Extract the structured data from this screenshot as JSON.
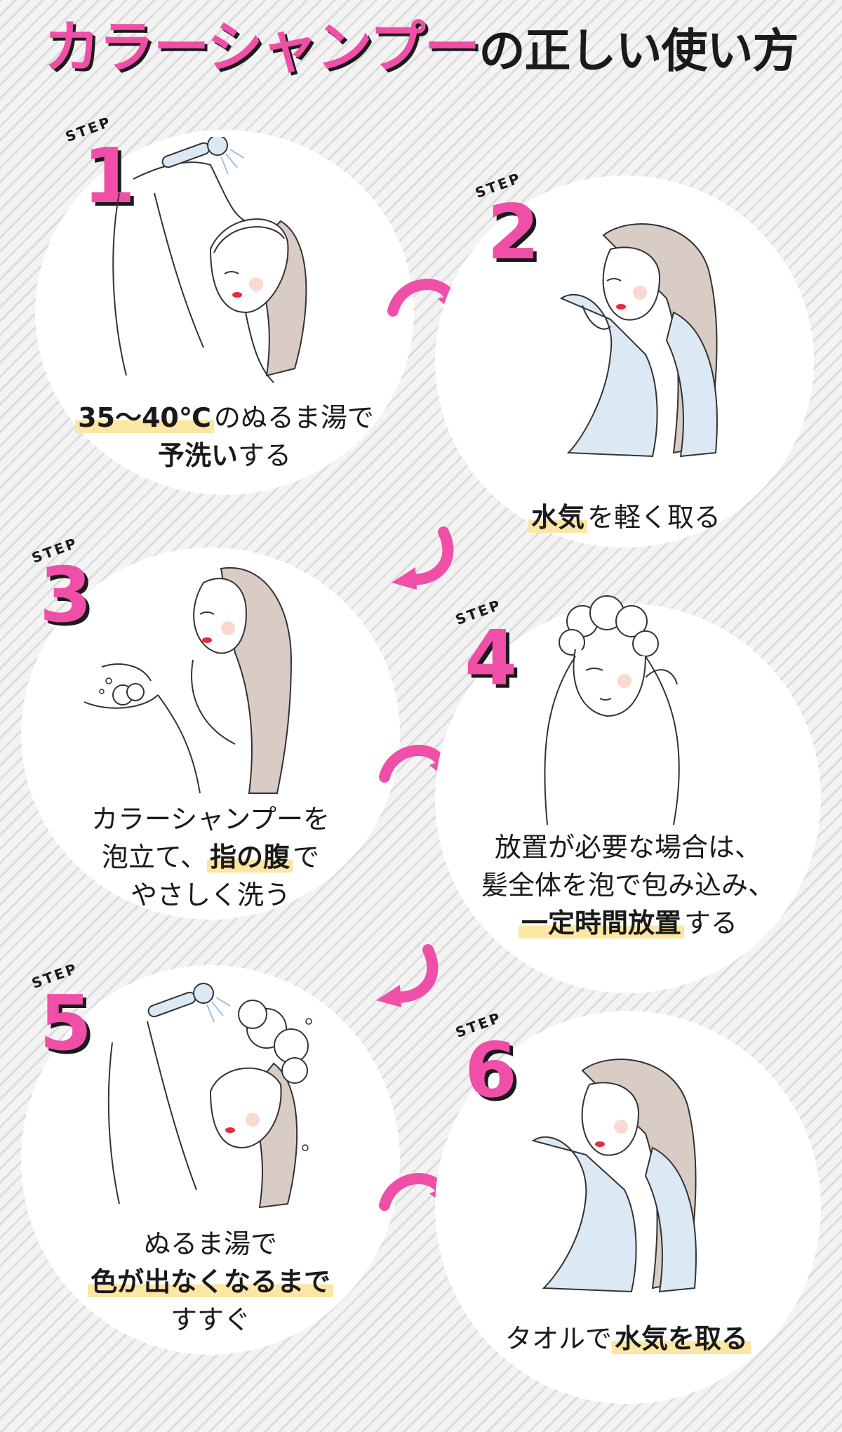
{
  "title": {
    "highlight": "カラーシャンプー",
    "rest": "の正しい使い方"
  },
  "steps": [
    {
      "label": "STEP",
      "number": "1",
      "caption": {
        "line1_bold": "35〜40℃",
        "line1_rest": "のぬるま湯で",
        "line2_bold": "予洗い",
        "line2_rest": "する"
      }
    },
    {
      "label": "STEP",
      "number": "2",
      "caption": {
        "line1_bold": "水気",
        "line1_rest": "を軽く取る"
      }
    },
    {
      "label": "STEP",
      "number": "3",
      "caption": {
        "line1": "カラーシャンプーを",
        "line2_pre": "泡立て、",
        "line2_bold": "指の腹",
        "line2_rest": "で",
        "line3": "やさしく洗う"
      }
    },
    {
      "label": "STEP",
      "number": "4",
      "caption": {
        "line1": "放置が必要な場合は、",
        "line2": "髪全体を泡で包み込み、",
        "line3_bold": "一定時間放置",
        "line3_rest": "する"
      }
    },
    {
      "label": "STEP",
      "number": "5",
      "caption": {
        "line1": "ぬるま湯で",
        "line2_bold": "色が出なくなるまで",
        "line3": "すすぐ"
      }
    },
    {
      "label": "STEP",
      "number": "6",
      "caption": {
        "line1_pre": "タオルで",
        "line1_bold": "水気を取る"
      }
    }
  ],
  "colors": {
    "accent": "#ef4fa6",
    "highlight": "#fbe6a3",
    "hair": "#d9ccc4",
    "towel": "#dbe9f5"
  },
  "icons": [
    "shower-icon",
    "towel-icon",
    "foam-icon",
    "curved-arrow-icon"
  ]
}
